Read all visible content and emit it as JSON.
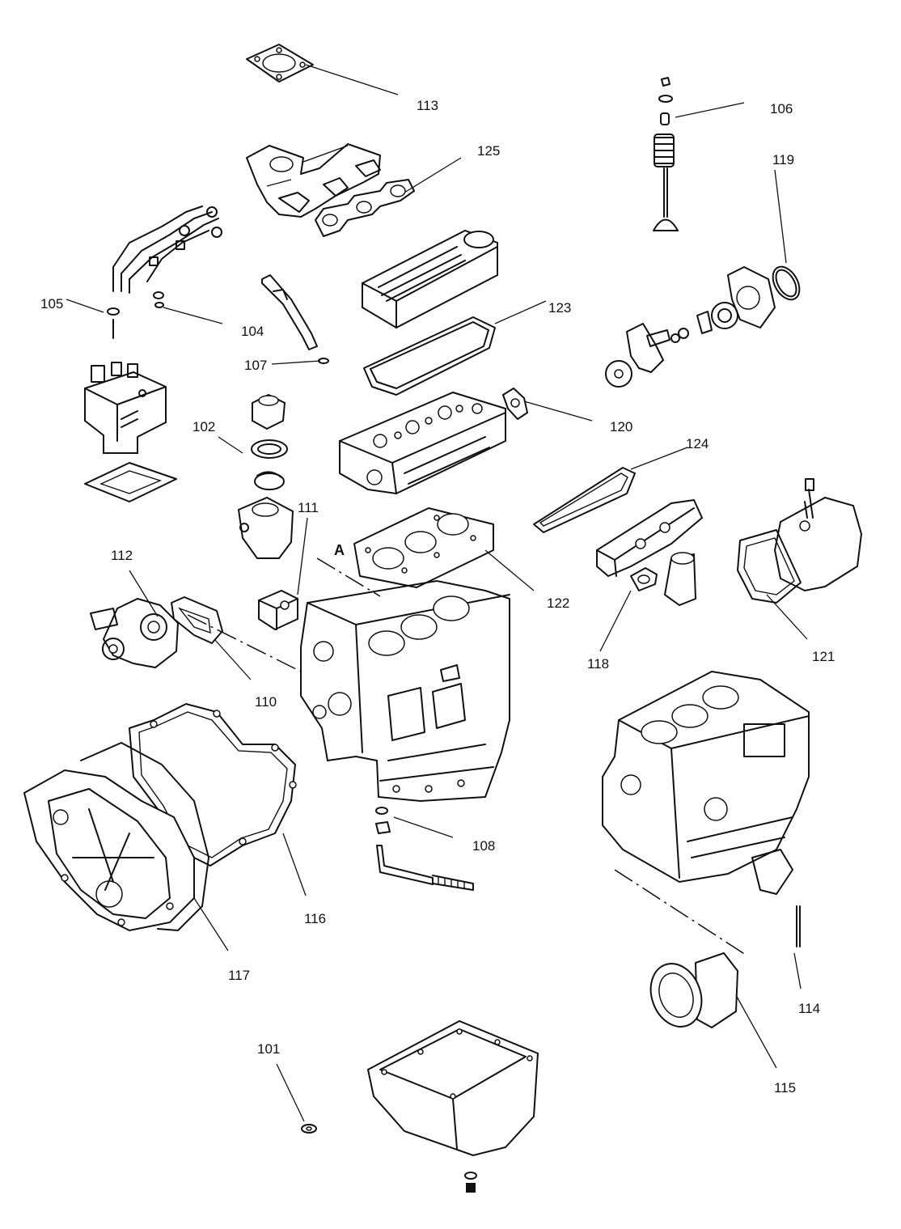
{
  "labels": {
    "l101": "101",
    "l102": "102",
    "l104": "104",
    "l105": "105",
    "l106": "106",
    "l107": "107",
    "l108": "108",
    "l110": "110",
    "l111": "111",
    "l112": "112",
    "l113": "113",
    "l114": "114",
    "l115": "115",
    "l116": "116",
    "l117": "117",
    "l118": "118",
    "l119": "119",
    "l120": "120",
    "l121": "121",
    "l122": "122",
    "l123": "123",
    "l124": "124",
    "l125": "125",
    "detail_a": "A"
  }
}
